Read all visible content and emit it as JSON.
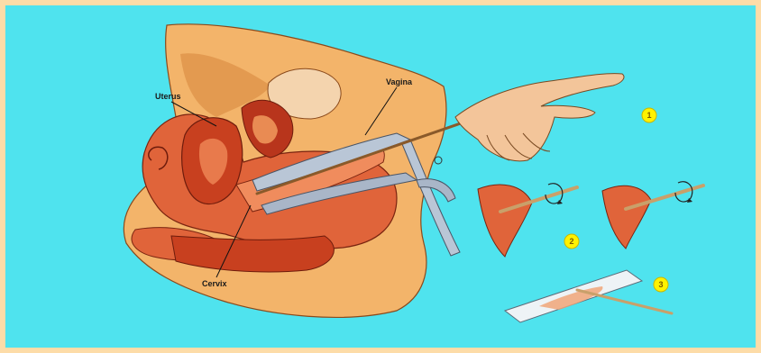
{
  "labels": {
    "uterus": "Uterus",
    "vagina": "Vagina",
    "cervix": "Cervix"
  },
  "steps": [
    "1",
    "2",
    "3"
  ],
  "colors": {
    "border": "#fddca8",
    "background": "#4fe3ee",
    "skin": "#f3b46a",
    "tissue": "#e0643a",
    "dark_tissue": "#b8351c",
    "speculum": "#b9c6d6",
    "step_badge": "#fff200"
  }
}
